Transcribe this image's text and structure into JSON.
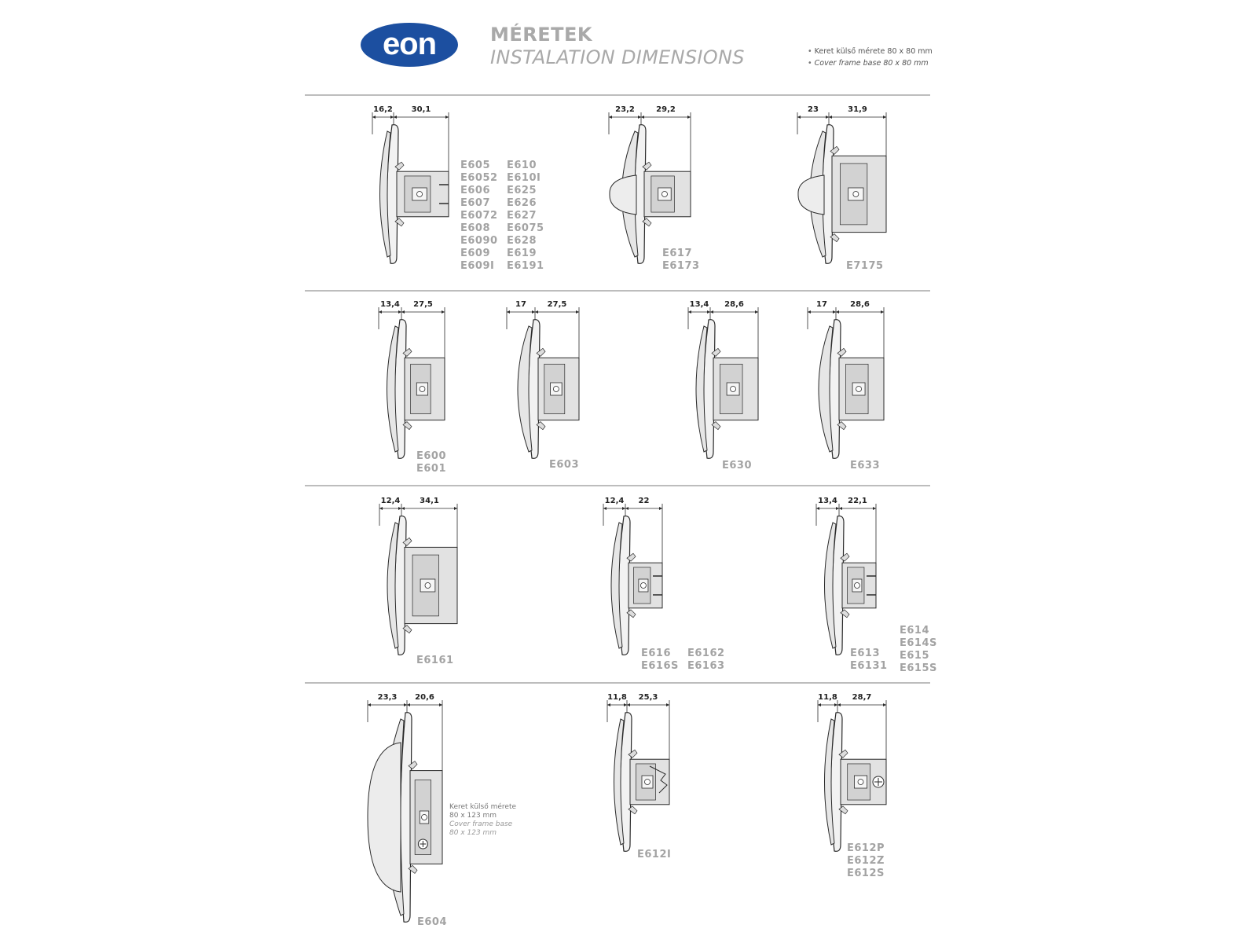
{
  "header": {
    "logo_text": "eon",
    "title_hu": "MÉRETEK",
    "title_en": "INSTALATION DIMENSIONS",
    "note_hu": "Keret külső mérete 80 x 80 mm",
    "note_en": "Cover frame base 80 x 80 mm"
  },
  "colors": {
    "brand_blue": "#1c4fa0",
    "title_gray": "#a9a9a9",
    "code_gray": "#a3a3a3",
    "line": "#222222"
  },
  "units": [
    {
      "dims": [
        "16,2",
        "30,1"
      ],
      "codes_a": [
        "E605",
        "E6052",
        "E606",
        "E607",
        "E6072",
        "E608",
        "E6090",
        "E609",
        "E609I"
      ],
      "codes_b": [
        "E610",
        "E610I",
        "E625",
        "E626",
        "E627",
        "E6075",
        "E628",
        "E619",
        "E6191"
      ]
    },
    {
      "dims": [
        "23,2",
        "29,2"
      ],
      "codes_a": [
        "E617",
        "E6173"
      ]
    },
    {
      "dims": [
        "23",
        "31,9"
      ],
      "codes_a": [
        "E7175"
      ]
    },
    {
      "dims": [
        "13,4",
        "27,5"
      ],
      "codes_a": [
        "E600",
        "E601"
      ]
    },
    {
      "dims": [
        "17",
        "27,5"
      ],
      "codes_a": [
        "E603"
      ]
    },
    {
      "dims": [
        "13,4",
        "28,6"
      ],
      "codes_a": [
        "E630"
      ]
    },
    {
      "dims": [
        "17",
        "28,6"
      ],
      "codes_a": [
        "E633"
      ]
    },
    {
      "dims": [
        "12,4",
        "34,1"
      ],
      "codes_a": [
        "E6161"
      ]
    },
    {
      "dims": [
        "12,4",
        "22"
      ],
      "codes_a": [
        "E616",
        "E616S"
      ],
      "codes_b": [
        "E6162",
        "E6163"
      ]
    },
    {
      "dims": [
        "13,4",
        "22,1"
      ],
      "codes_a": [
        "E613",
        "E6131"
      ],
      "codes_b": [
        "E614",
        "E614S",
        "E615",
        "E615S"
      ]
    },
    {
      "dims": [
        "23,3",
        "20,6"
      ],
      "codes_a": [
        "E604"
      ]
    },
    {
      "dims": [
        "11,8",
        "25,3"
      ],
      "codes_a": [
        "E612I"
      ]
    },
    {
      "dims": [
        "11,8",
        "28,7"
      ],
      "codes_a": [
        "E612P",
        "E612Z",
        "E612S"
      ]
    }
  ],
  "cover_note": {
    "hu_line1": "Keret külső mérete",
    "hu_line2": "80 x 123 mm",
    "en_line1": "Cover frame base",
    "en_line2": "80 x 123 mm"
  }
}
